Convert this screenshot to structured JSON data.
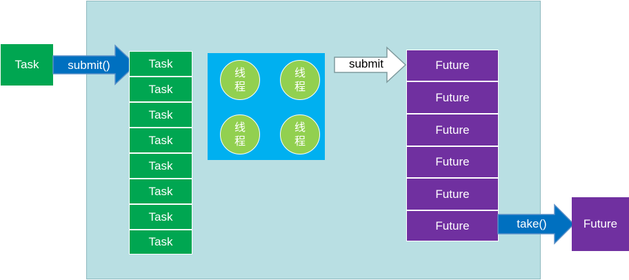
{
  "input_task": {
    "label": "Task"
  },
  "submit_call": {
    "label": "submit()"
  },
  "task_queue": [
    "Task",
    "Task",
    "Task",
    "Task",
    "Task",
    "Task",
    "Task",
    "Task"
  ],
  "threads": [
    {
      "label": "线程"
    },
    {
      "label": "线程"
    },
    {
      "label": "线程"
    },
    {
      "label": "线程"
    }
  ],
  "submit_arrow": {
    "label": "submit"
  },
  "future_queue": [
    "Future",
    "Future",
    "Future",
    "Future",
    "Future",
    "Future"
  ],
  "take_call": {
    "label": "take()"
  },
  "output_future": {
    "label": "Future"
  },
  "colors": {
    "task": "#00a651",
    "future": "#7030a0",
    "thread": "#92d050",
    "thread_area": "#00b0f0",
    "pool_bg": "#b9dfe3",
    "call_arrow": "#0070c0"
  }
}
